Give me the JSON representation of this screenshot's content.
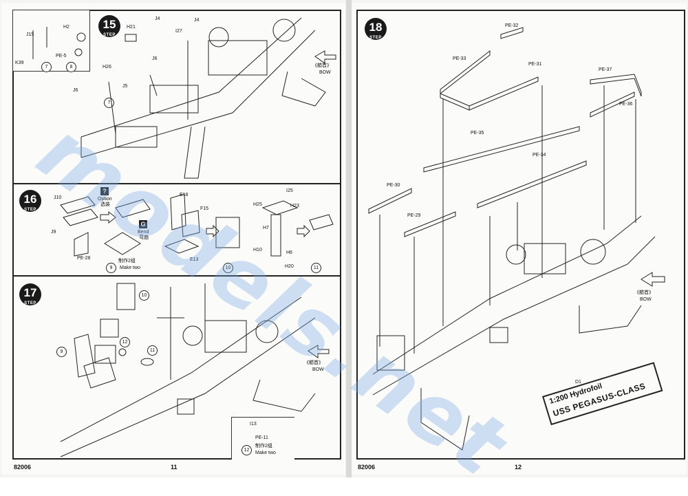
{
  "left_page": {
    "steps": [
      {
        "number": "15",
        "label": "STEP"
      },
      {
        "number": "16",
        "label": "STEP"
      },
      {
        "number": "17",
        "label": "STEP"
      }
    ],
    "step15": {
      "parts": [
        "J15",
        "H2",
        "PE-5",
        "K39",
        "H21",
        "J4",
        "J4",
        "I27",
        "H26",
        "J6",
        "J6",
        "J5"
      ],
      "direction": {
        "line1": "《艏首》",
        "line2": "BOW"
      },
      "subrefs": [
        "7",
        "8",
        "7"
      ]
    },
    "step16": {
      "option_mark": "?",
      "option_text": "Option",
      "option_cn": "选装",
      "bend_mark": "G",
      "bend_text": "Bend",
      "bend_cn": "弯曲",
      "parts": [
        "J10",
        "J9",
        "PE-28",
        "E18",
        "F15",
        "E13",
        "I25",
        "H25",
        "H23",
        "H7",
        "H10",
        "H6",
        "H20"
      ],
      "make_cn": "制作2组",
      "make_text": "Make two",
      "subrefs": [
        "9",
        "10",
        "11"
      ]
    },
    "step17": {
      "subrefs": [
        "10",
        "9",
        "12",
        "11"
      ],
      "direction": {
        "line1": "《艏首》",
        "line2": "BOW"
      },
      "inset": {
        "parts": [
          "I13",
          "PE-11"
        ],
        "make_cn": "制作2组",
        "make_text": "Make two",
        "ref": "12"
      }
    },
    "footer": {
      "code": "82006",
      "page": "11"
    }
  },
  "right_page": {
    "step": {
      "number": "18",
      "label": "STEP"
    },
    "parts": [
      "PE-32",
      "PE-33",
      "PE-31",
      "PE-37",
      "PE-35",
      "PE-36",
      "PE-34",
      "PE-30",
      "PE-29"
    ],
    "direction": {
      "line1": "《艏首》",
      "line2": "BOW"
    },
    "stand": {
      "ref": "D1",
      "line1": "1:200 Hydrofoil",
      "line2": "USS PEGASUS-CLASS"
    },
    "footer": {
      "code": "82006",
      "page": "12"
    }
  },
  "watermark": "models.net"
}
